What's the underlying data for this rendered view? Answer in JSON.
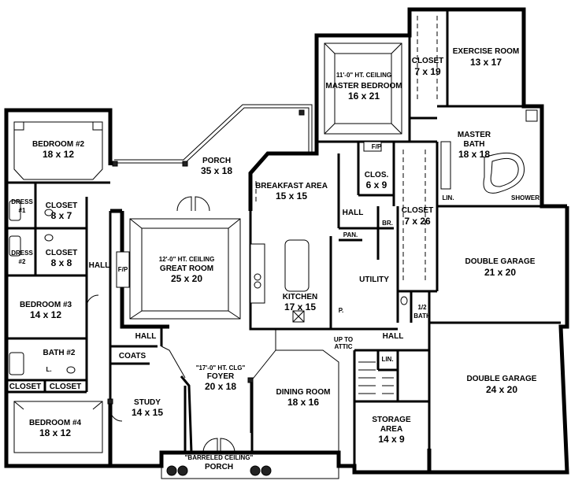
{
  "rooms": {
    "bedroom2": {
      "name": "BEDROOM #2",
      "dim": "18 x 12"
    },
    "porch_rear": {
      "name": "PORCH",
      "dim": "35 x 18"
    },
    "master_bedroom": {
      "ceiling": "11'-0\" HT. CEILING",
      "name": "MASTER BEDROOM",
      "dim": "16 x 21"
    },
    "closet_master": {
      "name": "CLOSET",
      "dim": "7 x 19"
    },
    "exercise": {
      "name": "EXERCISE ROOM",
      "dim": "13 x 17"
    },
    "master_bath": {
      "name": "MASTER",
      "name2": "BATH",
      "dim": "18 x 18"
    },
    "breakfast": {
      "name": "BREAKFAST AREA",
      "dim": "15 x 15"
    },
    "clos": {
      "name": "CLOS.",
      "dim": "6 x 9"
    },
    "fp_master": {
      "name": "F/P"
    },
    "closet_long": {
      "name": "CLOSET",
      "dim": "7 x 26"
    },
    "lin_master": {
      "name": "LIN."
    },
    "shower": {
      "name": "SHOWER"
    },
    "dress1": {
      "name": "DRESS",
      "name2": "#1"
    },
    "closet_a": {
      "name": "CLOSET",
      "dim": "8 x 7"
    },
    "dress2": {
      "name": "DRESS",
      "name2": "#2"
    },
    "closet_b": {
      "name": "CLOSET",
      "dim": "8 x 8"
    },
    "hall_left": {
      "name": "HALL"
    },
    "great_room": {
      "ceiling": "12'-0\" HT. CEILING",
      "name": "GREAT ROOM",
      "dim": "25 x 20"
    },
    "fp_great": {
      "name": "F/P"
    },
    "hall_kitchen": {
      "name": "HALL"
    },
    "pan": {
      "name": "PAN."
    },
    "br": {
      "name": "BR."
    },
    "utility": {
      "name": "UTILITY"
    },
    "kitchen": {
      "name": "KITCHEN",
      "dim": "17 x 15"
    },
    "pantry_p": {
      "name": "P."
    },
    "double_garage1": {
      "name": "DOUBLE GARAGE",
      "dim": "21 x 20"
    },
    "half_bath": {
      "name": "1/2",
      "name2": "BATH"
    },
    "bedroom3": {
      "name": "BEDROOM #3",
      "dim": "14 x 12"
    },
    "hall_center": {
      "name": "HALL"
    },
    "coats": {
      "name": "COATS"
    },
    "bath2": {
      "name": "BATH #2"
    },
    "l_bath2": {
      "name": "L."
    },
    "closet_c": {
      "name": "CLOSET"
    },
    "closet_d": {
      "name": "CLOSET"
    },
    "foyer": {
      "ceiling": "\"17'-0\" HT. CLG\"",
      "name": "FOYER",
      "dim": "20 x 18"
    },
    "up_to_attic": {
      "name": "UP TO",
      "name2": "ATTIC"
    },
    "hall_right": {
      "name": "HALL"
    },
    "lin_stair": {
      "name": "LIN."
    },
    "double_garage2": {
      "name": "DOUBLE GARAGE",
      "dim": "24 x 20"
    },
    "study": {
      "name": "STUDY",
      "dim": "14 x 15"
    },
    "dining": {
      "name": "DINING ROOM",
      "dim": "18 x 16"
    },
    "storage": {
      "name": "STORAGE",
      "name2": "AREA",
      "dim": "14 x 9"
    },
    "bedroom4": {
      "name": "BEDROOM #4",
      "dim": "18 x 12"
    },
    "porch_front": {
      "ceiling": "\"BARRELED CEILING\"",
      "name": "PORCH"
    }
  }
}
